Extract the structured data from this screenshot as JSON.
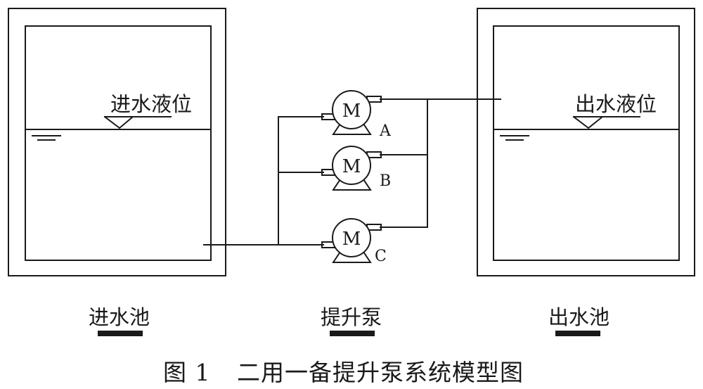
{
  "tanks": {
    "inlet": {
      "level_label": "进水液位",
      "name": "进水池"
    },
    "outlet": {
      "level_label": "出水液位",
      "name": "出水池"
    }
  },
  "pumps": {
    "group_name": "提升泵",
    "motor_symbol": "M",
    "units": [
      {
        "id": "A"
      },
      {
        "id": "B"
      },
      {
        "id": "C"
      }
    ]
  },
  "caption": {
    "number": "图 1",
    "title": "二用一备提升泵系统模型图"
  }
}
